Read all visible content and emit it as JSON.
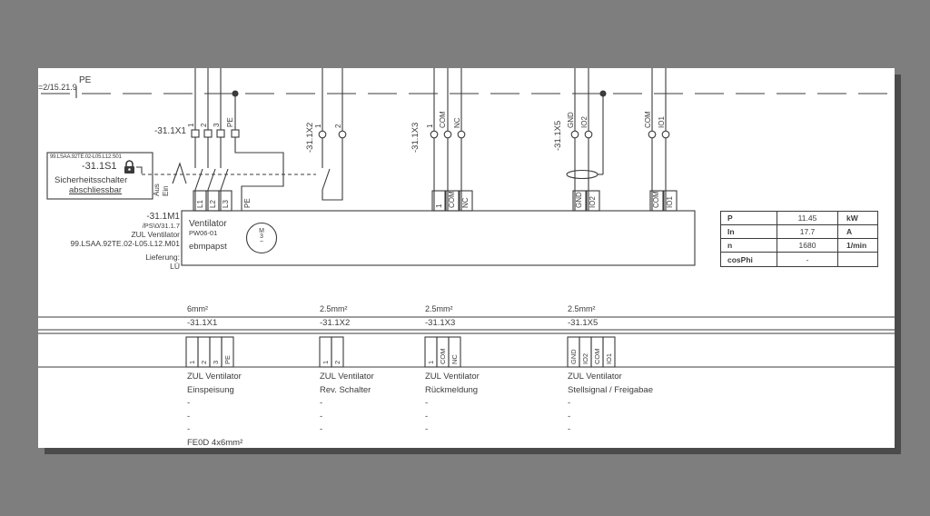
{
  "pe_bus": {
    "reference": "=2/15.21.9",
    "label": "PE"
  },
  "x1": {
    "name": "-31.1X1",
    "terminals": [
      "1",
      "2",
      "3",
      "PE"
    ]
  },
  "x2": {
    "name": "-31.1X2",
    "terminals": [
      "1",
      "2"
    ]
  },
  "x3": {
    "name": "-31.1X3",
    "terminals": [
      "1",
      "COM",
      "NC"
    ]
  },
  "x5": {
    "name": "-31.1X5",
    "terminals": [
      "GND",
      "IO2",
      "COM",
      "IO1"
    ]
  },
  "s1": {
    "ref_code": "99.LSAA.92TE.02-L05.L12.S01",
    "name": "-31.1S1",
    "desc_line1": "Sicherheitsschalter",
    "desc_line2": "abschliessbar",
    "off_label": "Aus",
    "on_label": "Ein"
  },
  "motor_plug": [
    "L1",
    "L2",
    "L3",
    "PE"
  ],
  "motor": {
    "name": "-31.1M1",
    "ref": "/PS\\0/31.1.7",
    "function": "ZUL Ventilator",
    "code": "99.LSAA.92TE.02-L05.L12.M01",
    "delivery_label": "Lieferung:",
    "delivery_value": "LÜ",
    "device_title": "Ventilator",
    "device_type": "PW06-01",
    "device_brand": "ebmpapst",
    "symbol": {
      "m": "M",
      "phases": "3",
      "ac": "~"
    }
  },
  "data_table": {
    "rows": [
      {
        "param": "P",
        "value": "11.45",
        "unit": "kW"
      },
      {
        "param": "In",
        "value": "17.7",
        "unit": "A"
      },
      {
        "param": "n",
        "value": "1680",
        "unit": "1/min"
      },
      {
        "param": "cosPhi",
        "value": "-",
        "unit": ""
      }
    ]
  },
  "cable_table": {
    "columns": [
      {
        "cross_section": "6mm²",
        "strip": "-31.1X1",
        "terminals": [
          "1",
          "2",
          "3",
          "PE"
        ],
        "descriptions": [
          "ZUL Ventilator",
          "Einspeisung",
          "-",
          "-",
          "-",
          "FE0D 4x6mm²"
        ]
      },
      {
        "cross_section": "2.5mm²",
        "strip": "-31.1X2",
        "terminals": [
          "1",
          "2"
        ],
        "descriptions": [
          "ZUL Ventilator",
          "Rev. Schalter",
          "-",
          "-",
          "-"
        ]
      },
      {
        "cross_section": "2.5mm²",
        "strip": "-31.1X3",
        "terminals": [
          "1",
          "COM",
          "NC"
        ],
        "descriptions": [
          "ZUL Ventilator",
          "Rückmeldung",
          "-",
          "-",
          "-"
        ]
      },
      {
        "cross_section": "2.5mm²",
        "strip": "-31.1X5",
        "terminals": [
          "GND",
          "IO2",
          "COM",
          "IO1"
        ],
        "descriptions": [
          "ZUL Ventilator",
          "Stellsignal / Freigabae",
          "-",
          "-",
          "-"
        ]
      }
    ]
  },
  "colors": {
    "line": "#3b3b3b",
    "page": "#ffffff",
    "canvas": "#7e7e7e",
    "shadow": "#4b4b4b"
  }
}
